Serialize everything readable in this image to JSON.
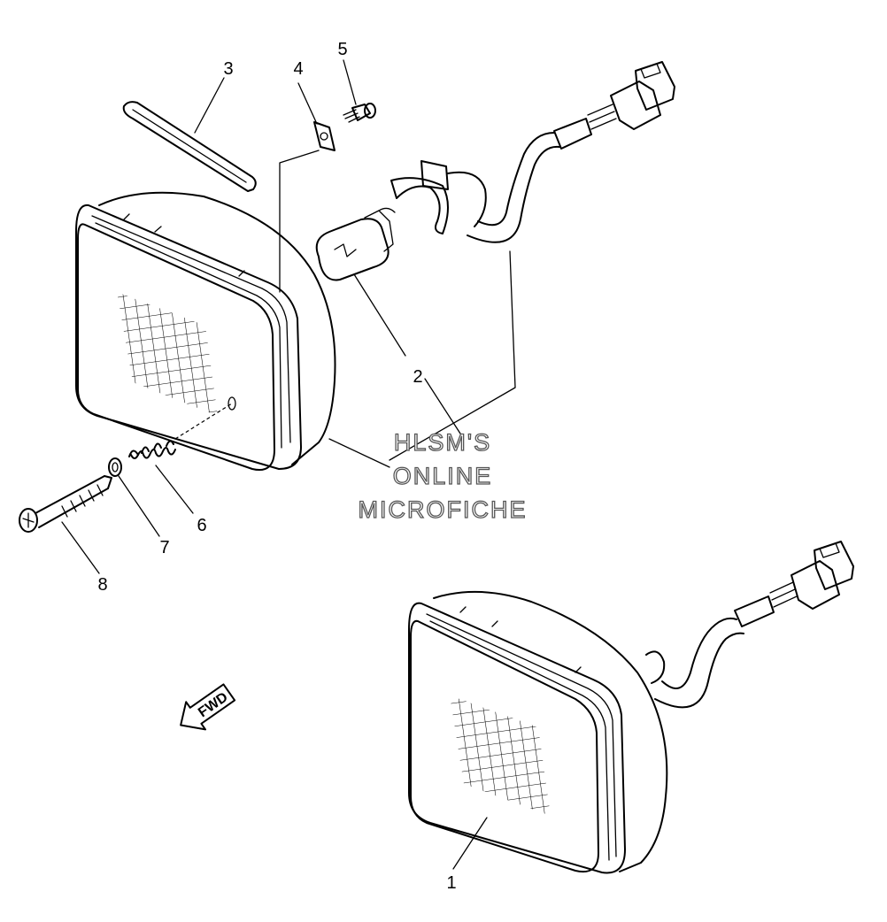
{
  "callouts": [
    {
      "id": "1",
      "label": "1"
    },
    {
      "id": "2",
      "label": "2"
    },
    {
      "id": "3",
      "label": "3"
    },
    {
      "id": "4",
      "label": "4"
    },
    {
      "id": "5",
      "label": "5"
    },
    {
      "id": "6",
      "label": "6"
    },
    {
      "id": "7",
      "label": "7"
    },
    {
      "id": "8",
      "label": "8"
    }
  ],
  "watermark": {
    "line1": "HLSM'S",
    "line2": "ONLINE",
    "line3": "MICROFICHE"
  },
  "direction_arrow": {
    "label": "FWD",
    "icon": "fwd-arrow-icon"
  }
}
